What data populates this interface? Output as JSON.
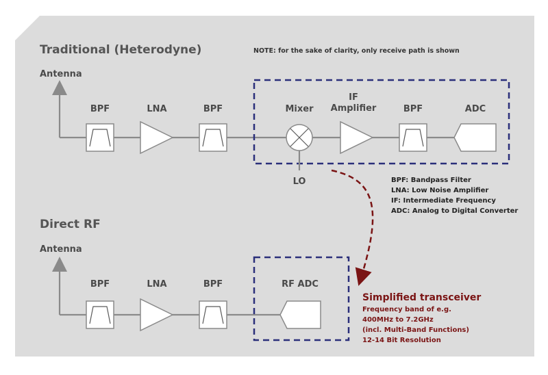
{
  "colors": {
    "panel_background": "#dcdcdc",
    "wire_gray": "#8a8a8a",
    "dashed_box_blue": "#2a2f7a",
    "accent_darkred": "#7a1414"
  },
  "note": "NOTE: for the sake of clarity, only receive path is shown",
  "heterodyne": {
    "title": "Traditional (Heterodyne)",
    "antenna_label": "Antenna",
    "blocks": {
      "bpf1": "BPF",
      "lna": "LNA",
      "bpf2": "BPF",
      "mixer": "Mixer",
      "if_amp_line1": "IF",
      "if_amp_line2": "Amplifier",
      "bpf3": "BPF",
      "adc": "ADC"
    },
    "lo_label": "LO"
  },
  "legend": {
    "items": [
      "BPF: Bandpass Filter",
      "LNA: Low Noise Amplifier",
      "IF: Intermediate Frequency",
      "ADC: Analog to Digital Converter"
    ]
  },
  "direct_rf": {
    "title": "Direct RF",
    "antenna_label": "Antenna",
    "blocks": {
      "bpf1": "BPF",
      "lna": "LNA",
      "bpf2": "BPF",
      "rf_adc": "RF ADC"
    }
  },
  "simplified": {
    "title": "Simplified transceiver",
    "lines": [
      "Frequency band of e.g.",
      "400MHz to 7.2GHz",
      "(incl. Multi-Band Functions)",
      "12-14 Bit Resolution"
    ]
  }
}
